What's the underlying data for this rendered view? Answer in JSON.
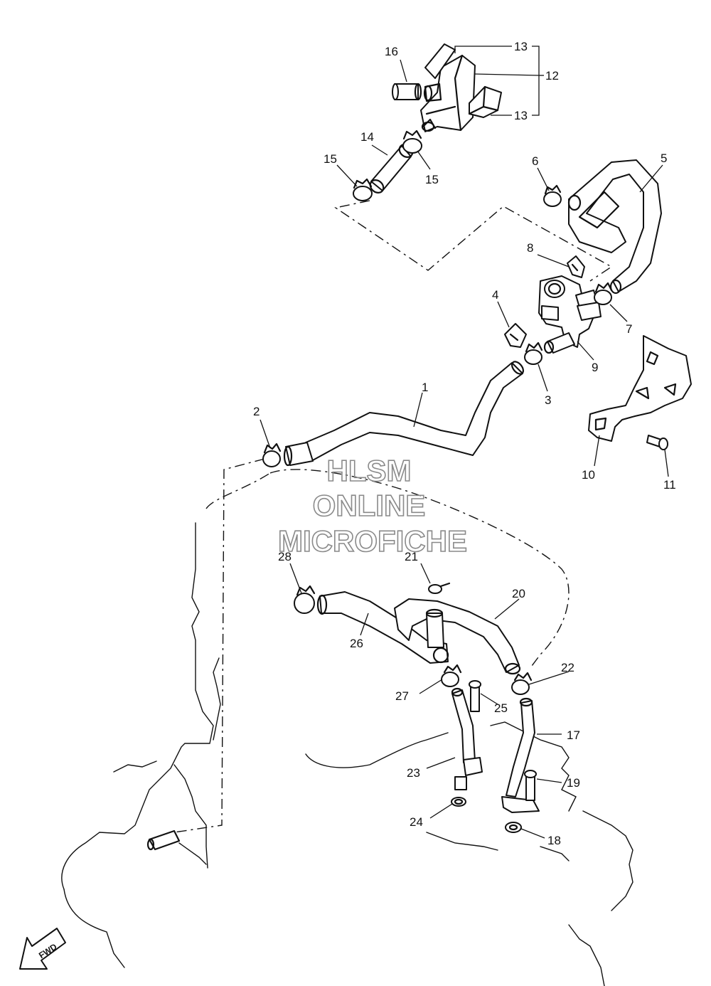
{
  "watermark": {
    "line1": "HLSM",
    "line2": "ONLINE",
    "line3": "MICROFICHE"
  },
  "fwd_label": "FWD",
  "callouts": [
    "1",
    "2",
    "3",
    "4",
    "5",
    "6",
    "7",
    "8",
    "9",
    "10",
    "11",
    "12",
    "13",
    "13",
    "14",
    "15",
    "15",
    "16",
    "17",
    "18",
    "19",
    "20",
    "21",
    "22",
    "23",
    "24",
    "25",
    "26",
    "27",
    "28"
  ]
}
